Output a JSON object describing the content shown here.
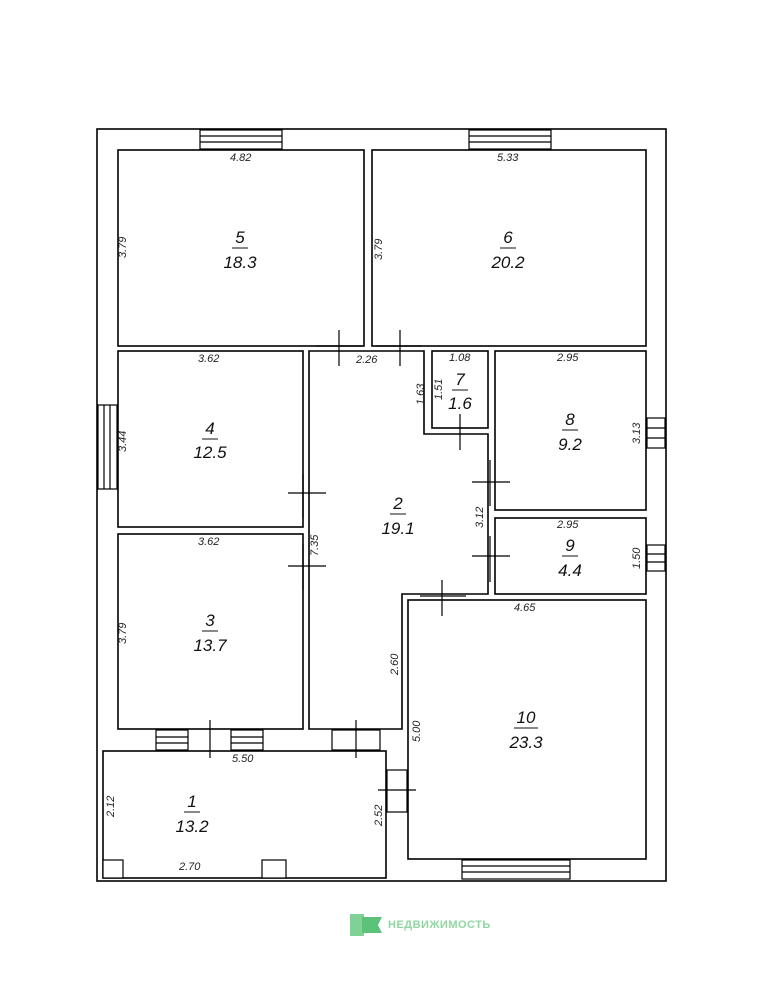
{
  "rooms": [
    {
      "num": "1",
      "area": "13.2"
    },
    {
      "num": "2",
      "area": "19.1"
    },
    {
      "num": "3",
      "area": "13.7"
    },
    {
      "num": "4",
      "area": "12.5"
    },
    {
      "num": "5",
      "area": "18.3"
    },
    {
      "num": "6",
      "area": "20.2"
    },
    {
      "num": "7",
      "area": "1.6"
    },
    {
      "num": "8",
      "area": "9.2"
    },
    {
      "num": "9",
      "area": "4.4"
    },
    {
      "num": "10",
      "area": "23.3"
    }
  ],
  "dimensions": {
    "r5_width": "4.82",
    "r5_height": "3.79",
    "r6_width": "5.33",
    "r6_height": "3.79",
    "r4_width": "3.62",
    "r4_height": "3.44",
    "r3_width": "3.62",
    "r3_height": "3.79",
    "r2_top": "2.26",
    "r2_height": "7.35",
    "r2_lower": "2.60",
    "r2_right": "3.12",
    "r7_width": "1.08",
    "r7_height_outer": "1.63",
    "r7_height_inner": "1.51",
    "r8_width": "2.95",
    "r8_height": "3.13",
    "r9_width": "2.95",
    "r9_height": "1.50",
    "r10_width": "4.65",
    "r10_height": "5.00",
    "r1_top": "5.50",
    "r1_height": "2.12",
    "r1_right": "2.52",
    "r1_bottom": "2.70"
  },
  "logo": {
    "text": "НЕДВИЖИМОСТЬ",
    "color": "#7fd196"
  }
}
